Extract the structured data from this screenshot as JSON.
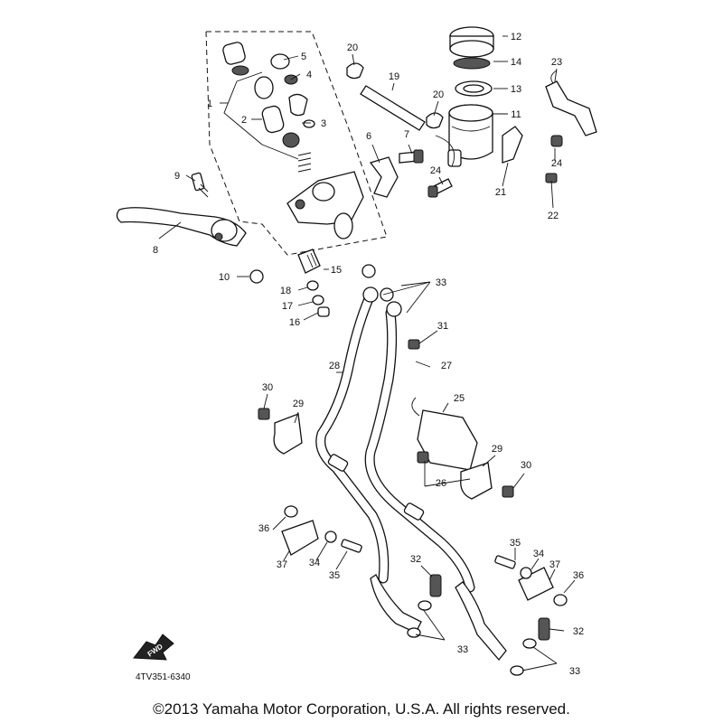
{
  "diagram": {
    "title": "Front master cylinder exploded parts diagram",
    "reference_code": "4TV351-6340",
    "copyright": "©2013 Yamaha Motor Corporation, U.S.A. All rights reserved.",
    "fwd_label": "FWD",
    "callouts": {
      "c1": "1",
      "c2": "2",
      "c3": "3",
      "c4": "4",
      "c5": "5",
      "c6": "6",
      "c7": "7",
      "c8": "8",
      "c9": "9",
      "c10": "10",
      "c11": "11",
      "c12": "12",
      "c13": "13",
      "c14": "14",
      "c15": "15",
      "c16": "16",
      "c17": "17",
      "c18": "18",
      "c19": "19",
      "c20a": "20",
      "c20b": "20",
      "c21": "21",
      "c22": "22",
      "c23": "23",
      "c24a": "24",
      "c24b": "24",
      "c25": "25",
      "c26": "26",
      "c27": "27",
      "c28": "28",
      "c29a": "29",
      "c29b": "29",
      "c30a": "30",
      "c30b": "30",
      "c31": "31",
      "c32a": "32",
      "c32b": "32",
      "c33a": "33",
      "c33b": "33",
      "c33c": "33",
      "c34a": "34",
      "c34b": "34",
      "c35a": "35",
      "c35b": "35",
      "c36a": "36",
      "c36b": "36",
      "c37a": "37",
      "c37b": "37"
    }
  }
}
